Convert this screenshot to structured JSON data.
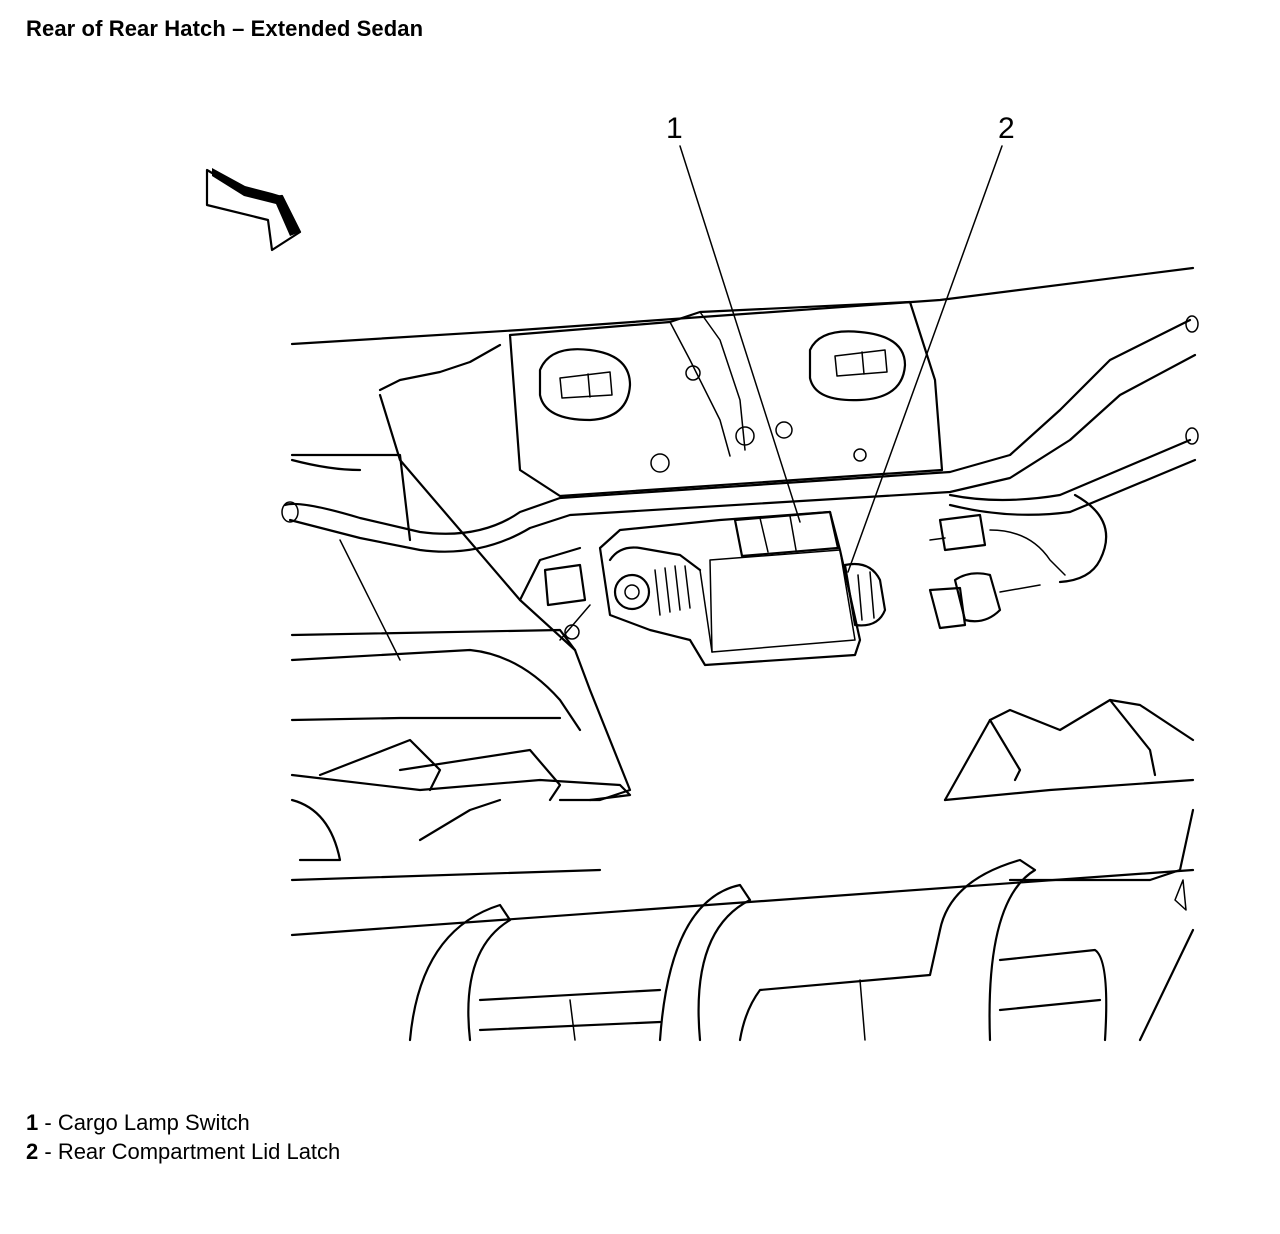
{
  "figure": {
    "title": "Rear of Rear Hatch – Extended Sedan"
  },
  "callouts": [
    {
      "number": "1"
    },
    {
      "number": "2"
    }
  ],
  "legend": [
    {
      "number": "1",
      "separator": " - ",
      "label": "Cargo Lamp Switch"
    },
    {
      "number": "2",
      "separator": " - ",
      "label": "Rear Compartment Lid Latch"
    }
  ],
  "icons": {
    "view_arrow": "view-direction-arrow-icon"
  }
}
